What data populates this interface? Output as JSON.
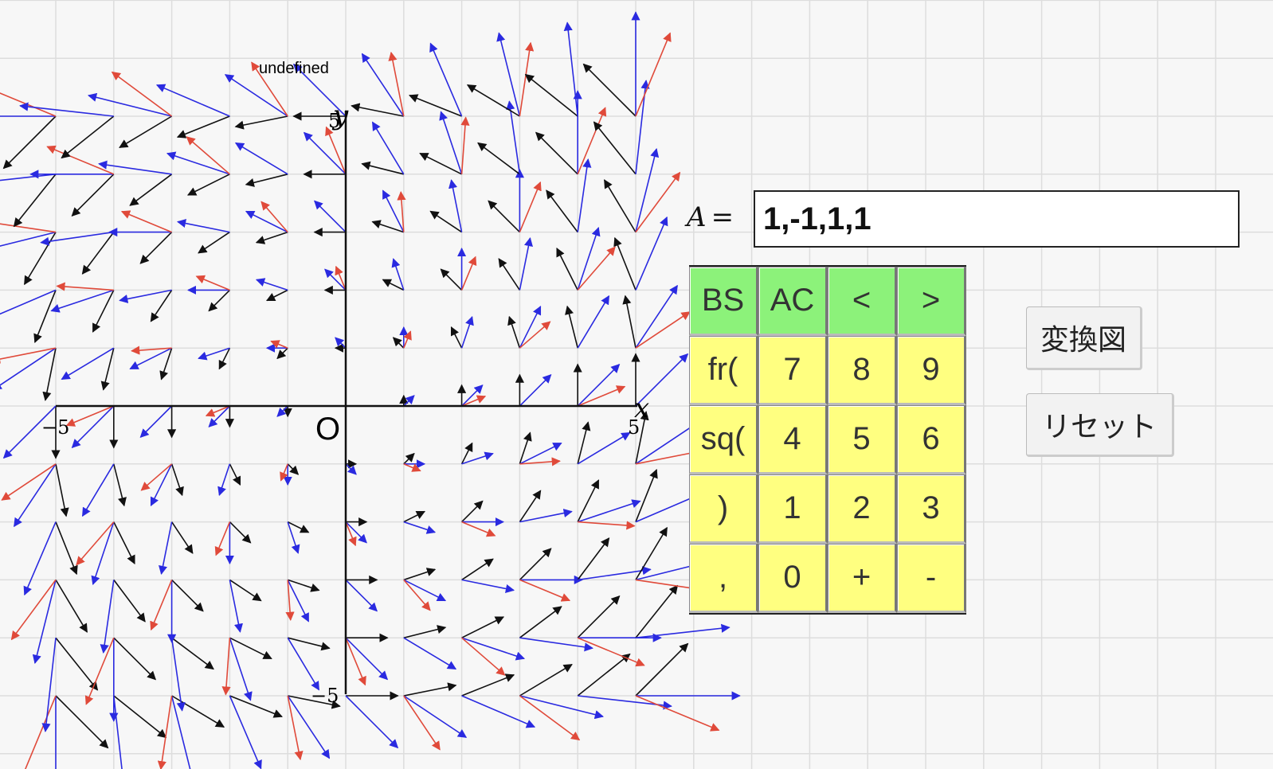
{
  "plot": {
    "x_axis_label": "x",
    "y_axis_label": "y",
    "origin_label": "O",
    "tick_x_min": "−5",
    "tick_x_max": "5",
    "tick_y_min": "−5",
    "tick_y_max": "5",
    "annotation": "undefined",
    "colors": {
      "red_series": "#e04a3a",
      "blue_series": "#2a2ae0",
      "black_series": "#111111",
      "grid": "#dddddd"
    }
  },
  "matrix": {
    "label": "A",
    "eq": "=",
    "value": "1,-1,1,1"
  },
  "keypad": {
    "keys": [
      {
        "label": "BS",
        "style": "green"
      },
      {
        "label": "AC",
        "style": "green"
      },
      {
        "label": "<",
        "style": "green"
      },
      {
        "label": ">",
        "style": "green"
      },
      {
        "label": "fr(",
        "style": "yellow"
      },
      {
        "label": "7",
        "style": "yellow"
      },
      {
        "label": "8",
        "style": "yellow"
      },
      {
        "label": "9",
        "style": "yellow"
      },
      {
        "label": "sq(",
        "style": "yellow"
      },
      {
        "label": "4",
        "style": "yellow"
      },
      {
        "label": "5",
        "style": "yellow"
      },
      {
        "label": "6",
        "style": "yellow"
      },
      {
        "label": ")",
        "style": "yellow"
      },
      {
        "label": "1",
        "style": "yellow"
      },
      {
        "label": "2",
        "style": "yellow"
      },
      {
        "label": "3",
        "style": "yellow"
      },
      {
        "label": ",",
        "style": "yellow"
      },
      {
        "label": "0",
        "style": "yellow"
      },
      {
        "label": "+",
        "style": "yellow"
      },
      {
        "label": "-",
        "style": "yellow"
      }
    ]
  },
  "buttons": {
    "transform_label": "変換図",
    "reset_label": "リセット"
  }
}
